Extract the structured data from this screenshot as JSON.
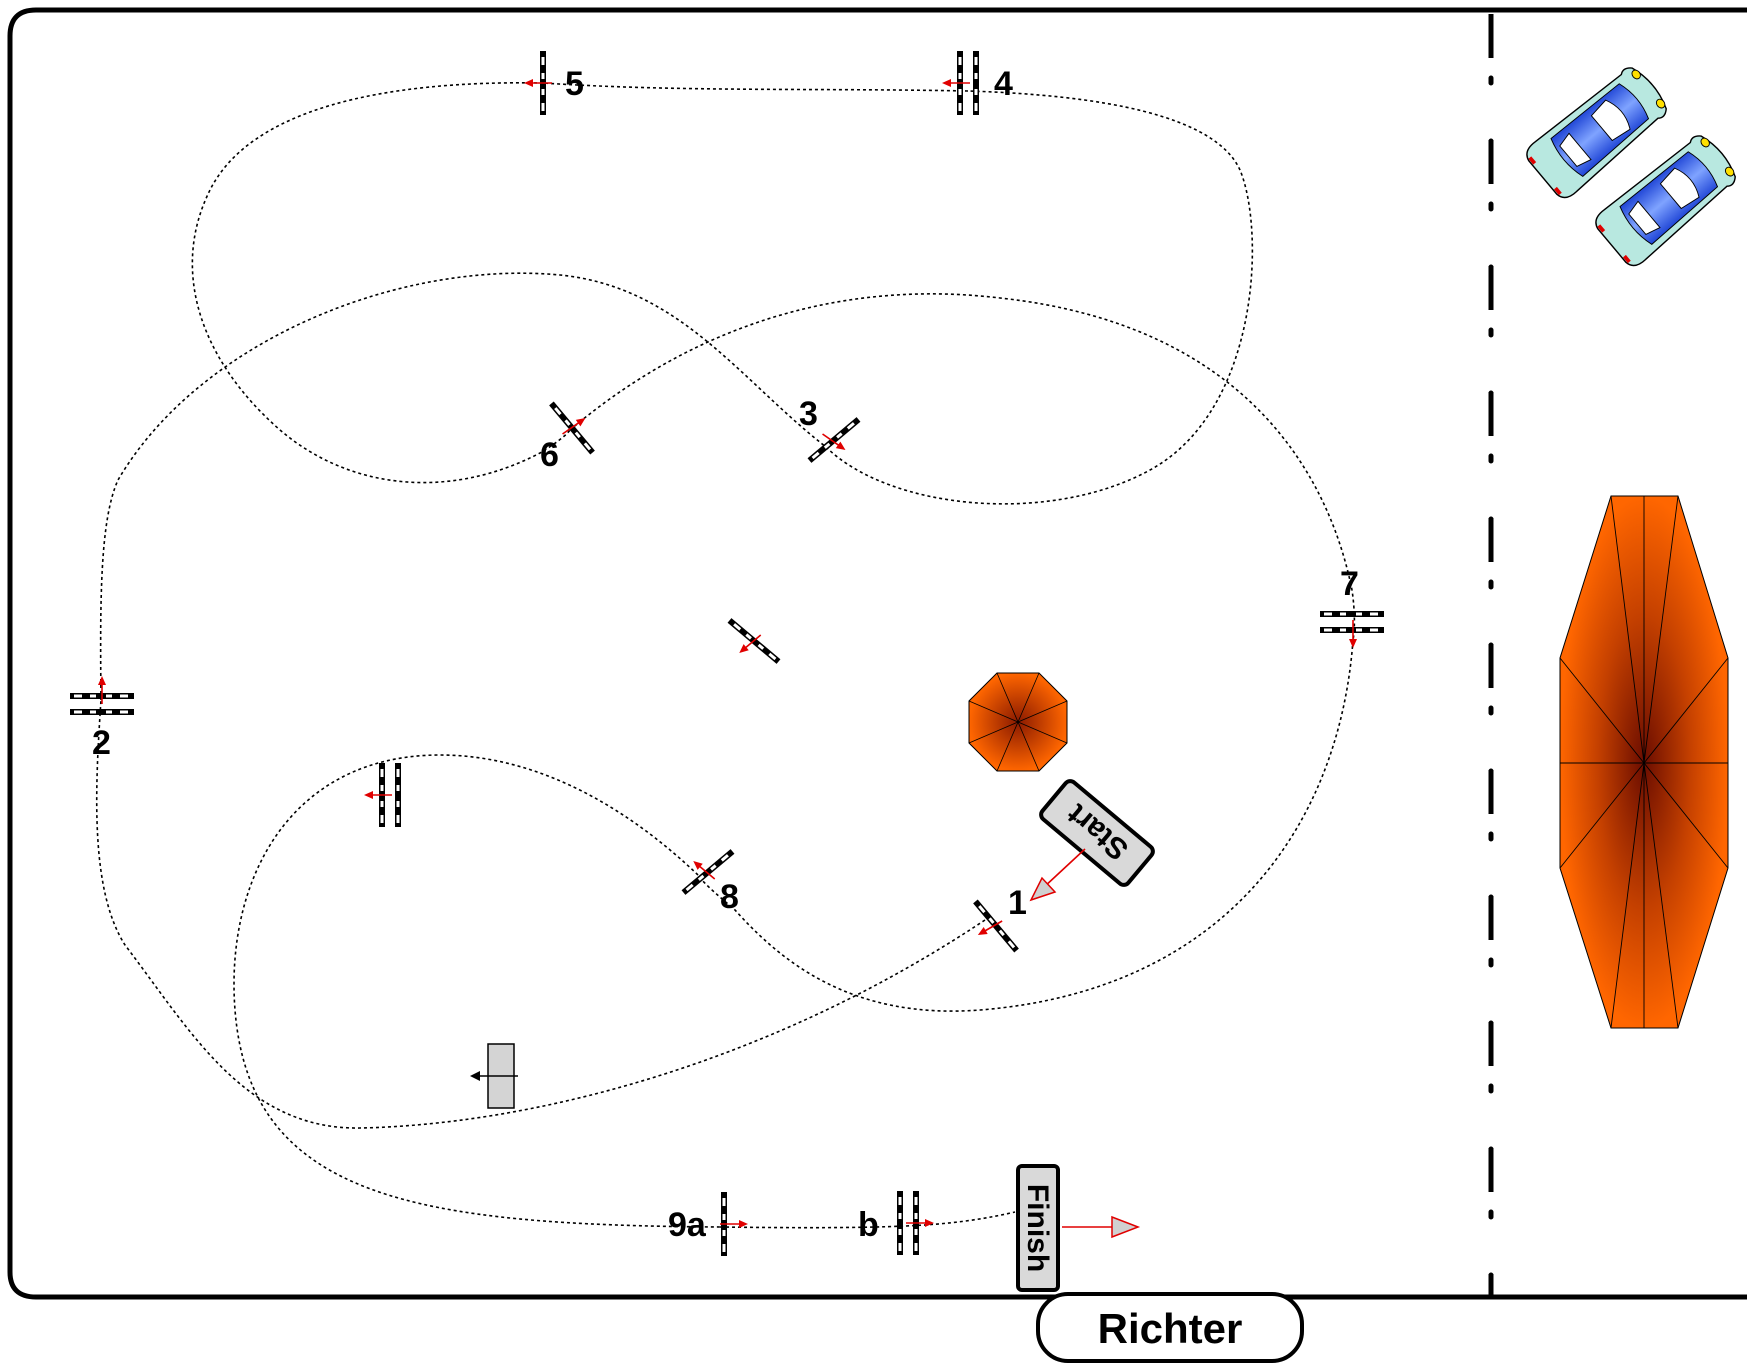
{
  "labels": {
    "n1": "1",
    "n2": "2",
    "n3": "3",
    "n4": "4",
    "n5": "5",
    "n6": "6",
    "n7": "7",
    "n8": "8",
    "n9a": "9a",
    "nb": "b"
  },
  "start_label": "Start",
  "finish_label": "Finish",
  "judge_label": "Richter",
  "colors": {
    "path": "#000000",
    "arrow": "#e00000",
    "pavilion": "#ff6600",
    "pavilion_center": "#6b0d00",
    "car": "#3b63e8",
    "sign_fill": "#d9d9d9"
  },
  "icons": [
    "car-icon",
    "car-icon",
    "umbrella-icon",
    "pavilion-tent-icon"
  ]
}
